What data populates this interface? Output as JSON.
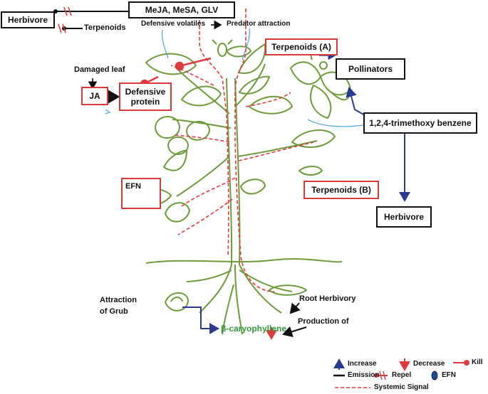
{
  "colors": {
    "plant": "#6e9a3a",
    "systemic": "#e0393e",
    "increase": "#2b3b8f",
    "emission": "#111111",
    "label_green": "#2f9a3a",
    "stream": "#4aa3e0"
  },
  "boxes": {
    "herbivore_top": "Herbivore",
    "volatiles": "MeJA, MeSA, GLV",
    "terpenoids_a": "Terpenoids (A)",
    "pollinators": "Pollinators",
    "ja": "JA",
    "defensive_protein": "Defensive protein",
    "trimethoxy": "1,2,4-trimethoxy benzene",
    "efn": "EFN",
    "terpenoids_b": "Terpenoids (B)",
    "herbivore_right": "Herbivore"
  },
  "labels": {
    "terpenoids": "Terpenoids",
    "defensive_volatiles": "Defensive volatiles",
    "predator_attraction": "Predator attraction",
    "damaged_leaf": "Damaged  leaf",
    "attraction_grub": "Attraction of Grub",
    "root_herbivory": "Root Herbivory",
    "production_of": "Production of",
    "beta_caryophyllene": "β-caryophyllene"
  },
  "legend": {
    "increase": "Increase",
    "decrease": "Decrease",
    "kill": "Kill",
    "emission": "Emission",
    "repel": "Repel",
    "efn": "EFN",
    "systemic_signal": "Systemic Signal"
  }
}
